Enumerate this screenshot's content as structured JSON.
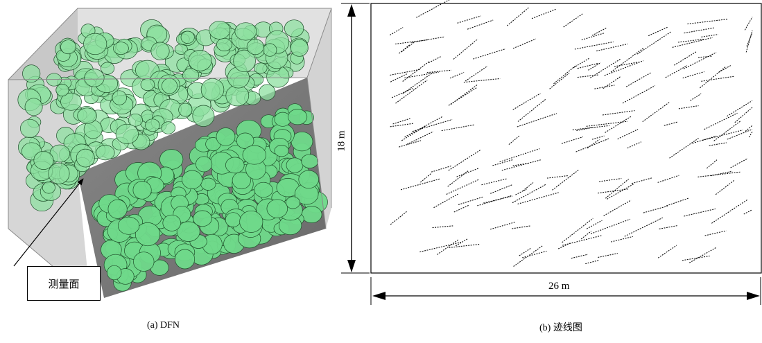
{
  "panel_a": {
    "caption": "(a) DFN",
    "label": "测量面",
    "disc_color": "#6fd98a",
    "box_color": "#9a9a9a"
  },
  "panel_b": {
    "caption": "(b)  迹线图",
    "height_label": "18 m",
    "width_label": "26 m"
  }
}
